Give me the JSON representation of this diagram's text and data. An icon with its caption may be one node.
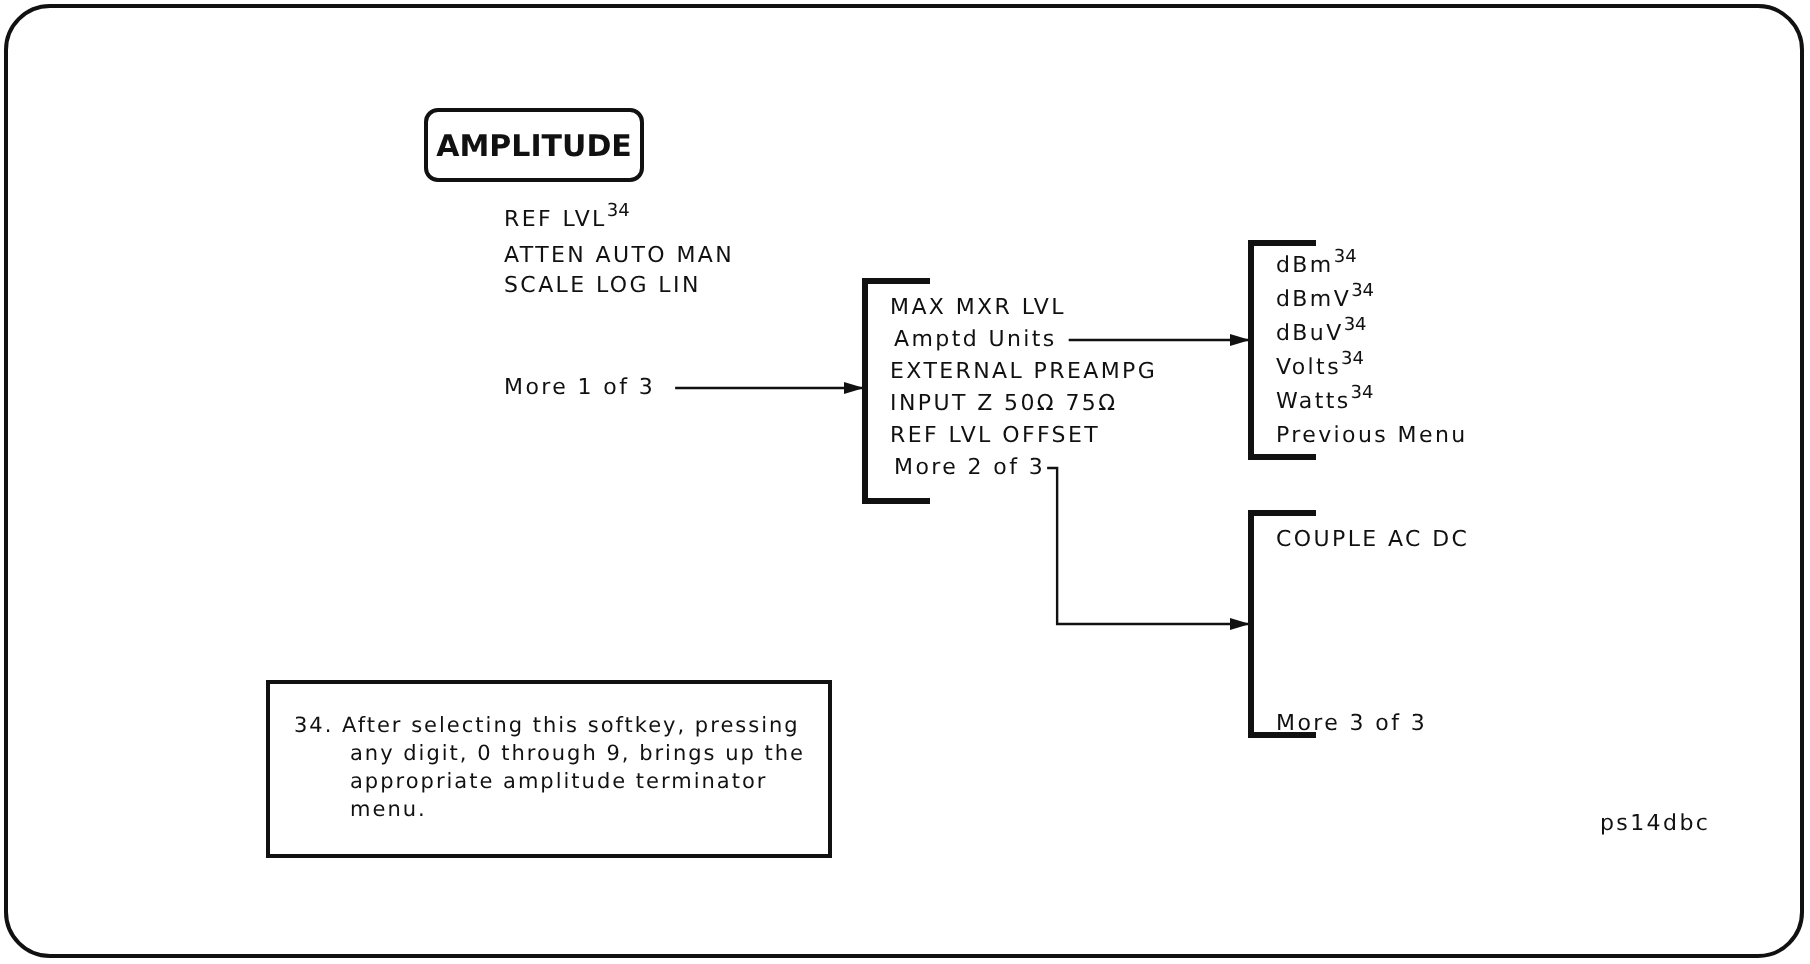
{
  "diagram": {
    "nodes": [
      {
        "text": [
          "AMPLITUDE"
        ]
      },
      {
        "text": [
          "More 1 of 3"
        ]
      },
      {
        "text": [
          "MAX MXR LVL",
          "EXTERNAL PREAMPG",
          "INPUT Z 50Ω 75Ω",
          "REF LVL OFFSET"
        ]
      },
      {
        "text": [
          "Amptd Units"
        ],
        "in": 2
      },
      {
        "text": [
          "More 2 of 3"
        ],
        "in": 2
      },
      {
        "text": [
          "dBm$^{34}$",
          "dBmV$^{34}$",
          "dBuV$^{34}$",
          "Volts$^{34}$",
          "Watts$^{34}$",
          "Previous Menu"
        ]
      },
      {
        "text": [
          "COUPLE AC DC",
          "More 3 of 3"
        ]
      },
      {
        "text": [
          "34. After selecting this softkey, pressing any digit, 0 through 9, brings up the appropriate amplitude terminator menu."
        ]
      }
    ],
    "edges": [
      {
        "from": 1,
        "to": 2,
        "arrow": "to"
      },
      {
        "from": 3,
        "to": 5,
        "arrow": "to"
      },
      {
        "from": 4,
        "to": 6,
        "arrow": "to"
      }
    ],
    "labels": [
      "REF LVL$^{34}$",
      "ATTEN AUTO MAN",
      "SCALE LOG LIN",
      "ps14dbc"
    ]
  }
}
